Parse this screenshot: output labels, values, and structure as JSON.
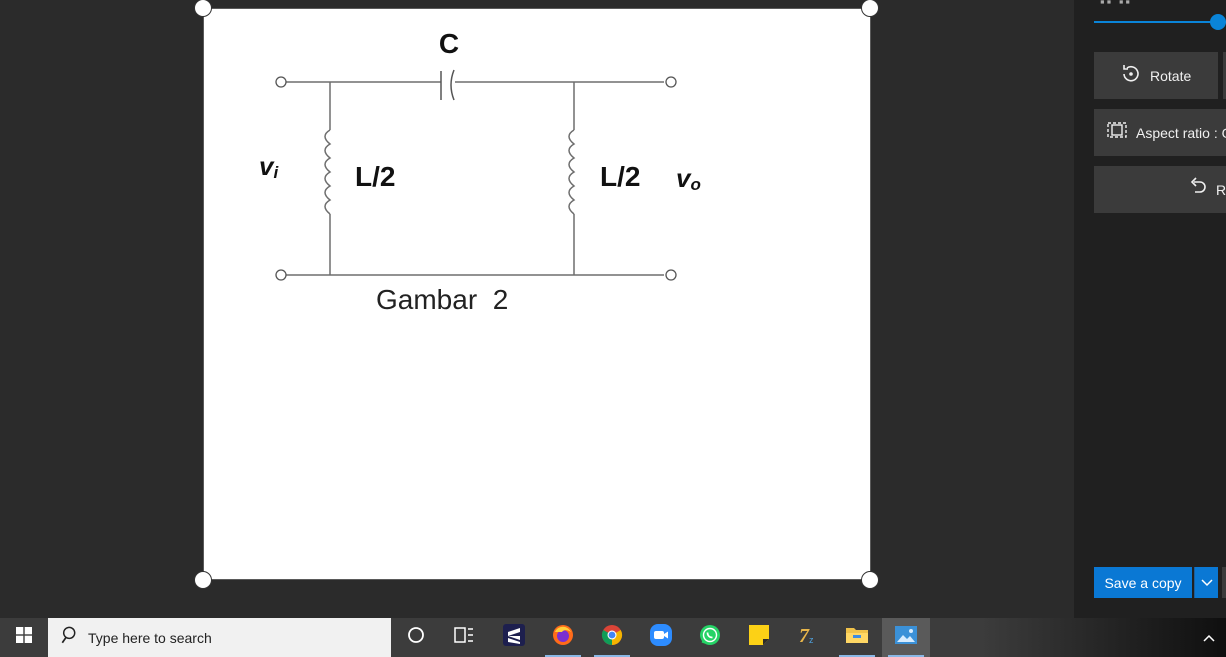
{
  "canvas": {
    "diagram": {
      "capacitor_label": "C",
      "input_label": "v",
      "input_sub": "i",
      "left_inductor_label": "L/2",
      "right_inductor_label": "L/2",
      "output_label": "v",
      "output_sub": "o",
      "caption": "Gambar  2"
    }
  },
  "panel": {
    "top_label": "▪▪ ▪▪",
    "rotate_label": "Rotate",
    "aspect_label": "Aspect ratio : O",
    "reset_label": "Re",
    "save_copy_label": "Save a copy"
  },
  "taskbar": {
    "search_placeholder": "Type here to search",
    "apps": [
      "cortana",
      "task-view",
      "sublime",
      "firefox",
      "chrome",
      "zoom",
      "whatsapp",
      "sticky-notes",
      "7zip",
      "file-explorer",
      "photos"
    ]
  },
  "colors": {
    "accent": "#0a78d4",
    "panel_bg": "#202020",
    "button_bg": "#3b3b3b"
  }
}
